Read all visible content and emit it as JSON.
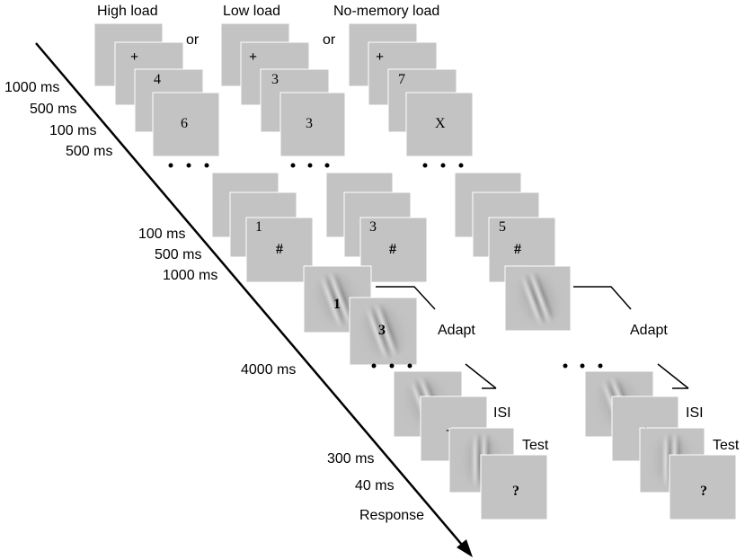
{
  "conditions": [
    {
      "title": "High load",
      "first_digit": "4",
      "second_digit": "6",
      "probe_digit": "1",
      "adapt_digit": "1",
      "second_adapt_digit": "3",
      "test_digit": "4"
    },
    {
      "title": "Low load",
      "first_digit": "3",
      "second_digit": "3",
      "probe_digit": "3"
    },
    {
      "title": "No-memory load",
      "first_digit": "7",
      "second_digit": "X",
      "probe_digit": "5"
    }
  ],
  "or_label": "or",
  "symbols": {
    "fixation": "+",
    "mask": "#",
    "response": "?"
  },
  "timing_labels": [
    "1000 ms",
    "500 ms",
    "100 ms",
    "500 ms",
    "100 ms",
    "500 ms",
    "1000 ms",
    "4000 ms",
    "300 ms",
    "40 ms",
    "Response"
  ],
  "phase_labels": {
    "adapt": "Adapt",
    "isi": "ISI",
    "test": "Test"
  },
  "colors": {
    "panel": "#c3c3c3",
    "background": "#ffffff",
    "ink": "#000000",
    "gabor_dark": "#8a8a8a",
    "gabor_light": "#dcdcdc"
  }
}
